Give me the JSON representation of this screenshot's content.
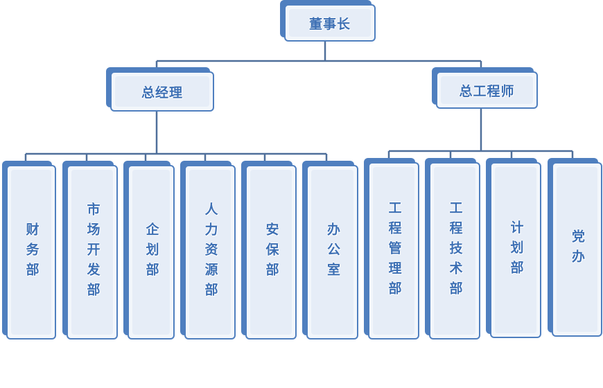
{
  "diagram": {
    "type": "org-chart",
    "root": {
      "label": "董事长"
    },
    "managers": [
      {
        "label": "总经理"
      },
      {
        "label": "总工程师"
      }
    ],
    "departments": [
      {
        "label": "财务部"
      },
      {
        "label": "市场开发部"
      },
      {
        "label": "企划部"
      },
      {
        "label": "人力资源部"
      },
      {
        "label": "安保部"
      },
      {
        "label": "办公室"
      },
      {
        "label": "工程管理部"
      },
      {
        "label": "工程技术部"
      },
      {
        "label": "计划部"
      },
      {
        "label": "党办"
      }
    ],
    "colors": {
      "line": "#4f6f9a",
      "box_border": "#4f7fbf",
      "box_fill": "#f2f6fb",
      "text": "#3c6fb4"
    }
  }
}
